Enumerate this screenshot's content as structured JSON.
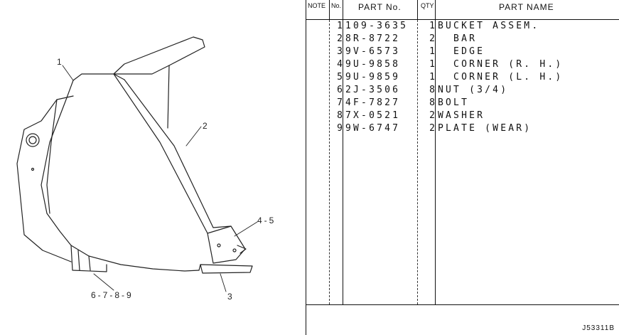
{
  "header": {
    "note": "NOTE",
    "no": "No.",
    "part_no": "PART No.",
    "qty": "QTY",
    "part_name": "PART NAME"
  },
  "rows": [
    {
      "no": "1",
      "part_no": "109-3635",
      "qty": "1",
      "name": "BUCKET ASSEM."
    },
    {
      "no": "2",
      "part_no": "8R-8722",
      "qty": "2",
      "name": "  BAR"
    },
    {
      "no": "3",
      "part_no": "9V-6573",
      "qty": "1",
      "name": "  EDGE"
    },
    {
      "no": "4",
      "part_no": "9U-9858",
      "qty": "1",
      "name": "  CORNER (R. H.)"
    },
    {
      "no": "5",
      "part_no": "9U-9859",
      "qty": "1",
      "name": "  CORNER (L. H.)"
    },
    {
      "no": "6",
      "part_no": "2J-3506",
      "qty": "8",
      "name": "NUT (3/4)"
    },
    {
      "no": "7",
      "part_no": "4F-7827",
      "qty": "8",
      "name": "BOLT"
    },
    {
      "no": "8",
      "part_no": "7X-0521",
      "qty": "2",
      "name": "WASHER"
    },
    {
      "no": "9",
      "part_no": "9W-6747",
      "qty": "2",
      "name": "PLATE (WEAR)"
    }
  ],
  "callouts": {
    "c1": "1",
    "c2": "2",
    "c45": "4-5",
    "c3": "3",
    "c6789": "6-7-8-9"
  },
  "drawing_code": "J53311B"
}
